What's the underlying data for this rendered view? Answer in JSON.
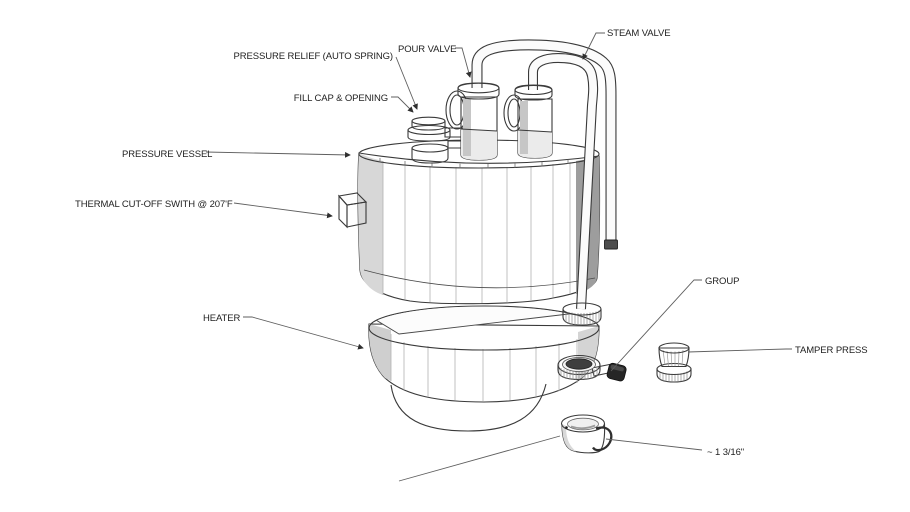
{
  "diagram": {
    "labels": {
      "pressure_relief": "PRESSURE RELIEF (AUTO SPRING)",
      "pour_valve": "POUR VALVE",
      "steam_valve": "STEAM VALVE",
      "fill_cap": "FILL CAP & OPENING",
      "pressure_vessel": "PRESSURE VESSEL",
      "thermal_cutoff": "THERMAL CUT-OFF SWITH @ 207'F",
      "heater": "HEATER",
      "group": "GROUP",
      "tamper_press": "TAMPER PRESS",
      "dimension": "~ 1 3/16\""
    },
    "colors": {
      "background": "#ffffff",
      "edge": "#3a3a3a",
      "leader_line": "#5f5f5f",
      "shade_dark": "#9b9b9b",
      "shade_light": "#d7d7d7",
      "handle_dark": "#262626"
    }
  }
}
